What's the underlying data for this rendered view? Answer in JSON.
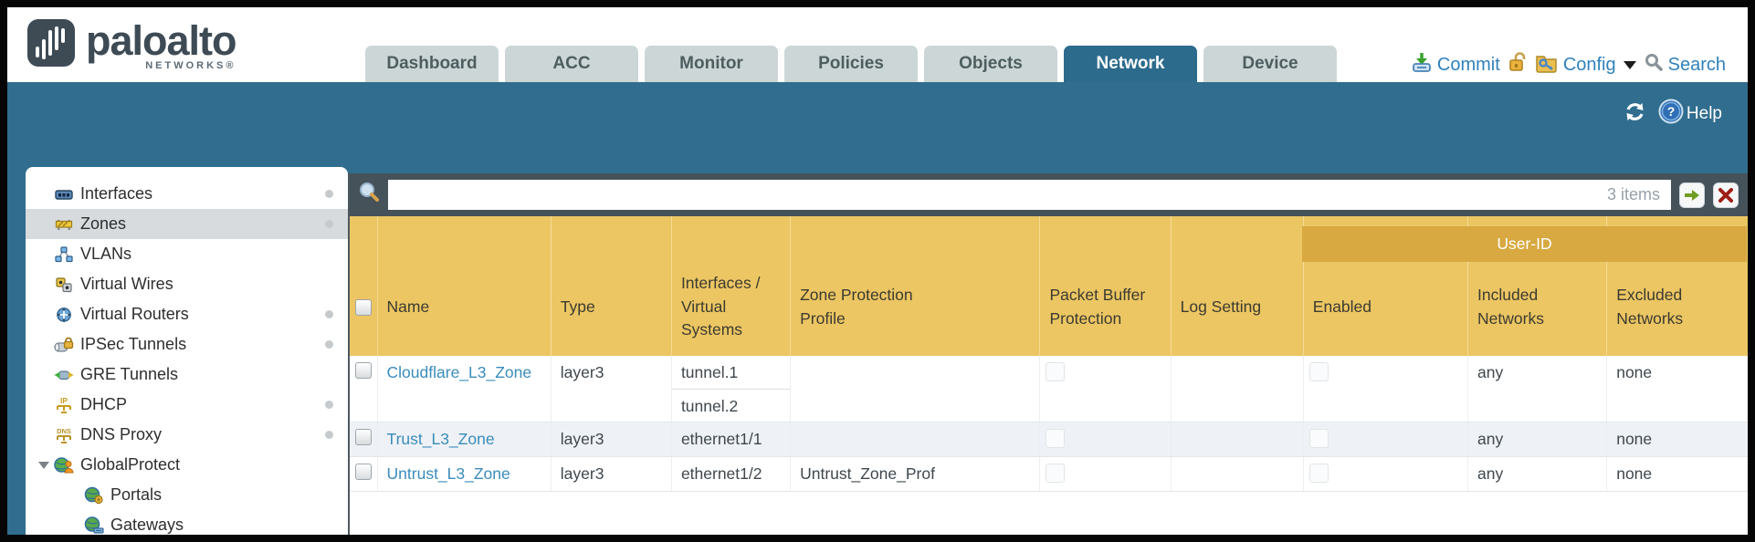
{
  "colors": {
    "teal": "#306d8e",
    "header_gold": "#ecc663",
    "user_id_gold": "#d7a940",
    "link_blue": "#3a8cba",
    "action_blue": "#2f81bb"
  },
  "brand": {
    "name": "paloalto",
    "sub": "NETWORKS®"
  },
  "nav": {
    "tabs": [
      {
        "label": "Dashboard"
      },
      {
        "label": "ACC"
      },
      {
        "label": "Monitor"
      },
      {
        "label": "Policies"
      },
      {
        "label": "Objects"
      },
      {
        "label": "Network",
        "active": true
      },
      {
        "label": "Device"
      }
    ],
    "commit_label": "Commit",
    "config_label": "Config",
    "search_label": "Search"
  },
  "band": {
    "help_label": "Help"
  },
  "sidebar": {
    "items": [
      {
        "label": "Interfaces",
        "icon": "interfaces",
        "dot": true
      },
      {
        "label": "Zones",
        "icon": "zones",
        "dot": true,
        "selected": true
      },
      {
        "label": "VLANs",
        "icon": "vlans"
      },
      {
        "label": "Virtual Wires",
        "icon": "virtual-wires"
      },
      {
        "label": "Virtual Routers",
        "icon": "virtual-routers",
        "dot": true
      },
      {
        "label": "IPSec Tunnels",
        "icon": "ipsec-tunnels",
        "dot": true
      },
      {
        "label": "GRE Tunnels",
        "icon": "gre-tunnels"
      },
      {
        "label": "DHCP",
        "icon": "dhcp",
        "dot": true
      },
      {
        "label": "DNS Proxy",
        "icon": "dns-proxy",
        "dot": true
      },
      {
        "label": "GlobalProtect",
        "icon": "globalprotect",
        "expander": true
      },
      {
        "label": "Portals",
        "icon": "portals",
        "indent": true
      },
      {
        "label": "Gateways",
        "icon": "gateways",
        "indent": true
      }
    ]
  },
  "toolbar": {
    "items_count": "3 items"
  },
  "table": {
    "group_header": "User-ID",
    "columns": [
      "Name",
      "Type",
      "Interfaces /\nVirtual\nSystems",
      "Zone Protection\nProfile",
      "Packet Buffer\nProtection",
      "Log Setting",
      "Enabled",
      "Included\nNetworks",
      "Excluded\nNetworks"
    ],
    "rows": [
      {
        "name": "Cloudflare_L3_Zone",
        "type": "layer3",
        "interfaces": [
          "tunnel.1",
          "tunnel.2"
        ],
        "zone_protection_profile": "",
        "packet_buffer_protection": false,
        "log_setting": "",
        "user_id_enabled": false,
        "included_networks": "any",
        "excluded_networks": "none"
      },
      {
        "name": "Trust_L3_Zone",
        "type": "layer3",
        "interfaces": [
          "ethernet1/1"
        ],
        "zone_protection_profile": "",
        "packet_buffer_protection": false,
        "log_setting": "",
        "user_id_enabled": false,
        "included_networks": "any",
        "excluded_networks": "none"
      },
      {
        "name": "Untrust_L3_Zone",
        "type": "layer3",
        "interfaces": [
          "ethernet1/2"
        ],
        "zone_protection_profile": "Untrust_Zone_Prof",
        "packet_buffer_protection": false,
        "log_setting": "",
        "user_id_enabled": false,
        "included_networks": "any",
        "excluded_networks": "none"
      }
    ]
  }
}
